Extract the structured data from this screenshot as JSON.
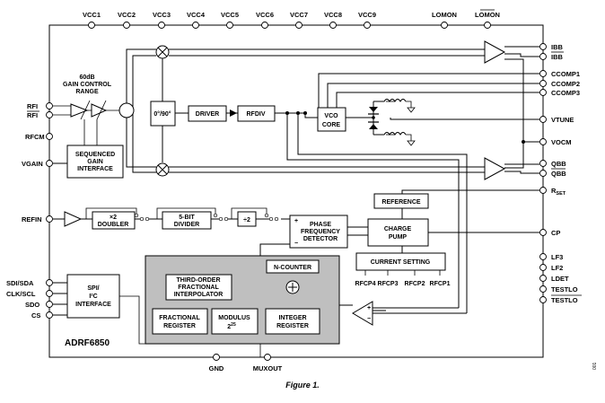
{
  "pins_top": [
    "VCC1",
    "VCC2",
    "VCC3",
    "VCC4",
    "VCC5",
    "VCC6",
    "VCC7",
    "VCC8",
    "VCC9",
    "LOMON",
    "LOMON"
  ],
  "pins_left": [
    "RFI",
    "RFI",
    "RFCM",
    "VGAIN",
    "REFIN",
    "SDI/SDA",
    "CLK/SCL",
    "SDO",
    "CS"
  ],
  "pins_right": {
    "ibb": "IBB",
    "ibb_bar": "IBB",
    "ccomp1": "CCOMP1",
    "ccomp2": "CCOMP2",
    "ccomp3": "CCOMP3",
    "vtune": "VTUNE",
    "vocm": "VOCM",
    "qbb": "QBB",
    "qbb_bar": "QBB",
    "rset_main": "R",
    "rset_sub": "SET",
    "cp": "CP",
    "lf3": "LF3",
    "lf2": "LF2",
    "ldet": "LDET",
    "testlo": "TESTLO",
    "testlo_bar": "TESTLO"
  },
  "pins_bottom": [
    "GND",
    "MUXOUT"
  ],
  "gain_range": [
    "60dB",
    "GAIN CONTROL",
    "RANGE"
  ],
  "blocks": {
    "sequenced_gain": [
      "SEQUENCED",
      "GAIN",
      "INTERFACE"
    ],
    "phase_shift": "0°/90°",
    "driver": "DRIVER",
    "rfdiv": "RFDIV",
    "vco_core": [
      "VCO",
      "CORE"
    ],
    "doubler": [
      "×2",
      "DOUBLER"
    ],
    "divider": [
      "5-BIT",
      "DIVIDER"
    ],
    "div2": "÷2",
    "pfd": [
      "PHASE",
      "FREQUENCY",
      "DETECTOR"
    ],
    "reference": "REFERENCE",
    "charge_pump": [
      "CHARGE",
      "PUMP"
    ],
    "current_setting": "CURRENT SETTING",
    "spi": [
      "SPI/",
      "I²C",
      "INTERFACE"
    ],
    "n_counter": "N-COUNTER",
    "interpolator": [
      "THIRD-ORDER",
      "FRACTIONAL",
      "INTERPOLATOR"
    ],
    "frac_reg": [
      "FRACTIONAL",
      "REGISTER"
    ],
    "modulus": [
      "MODULUS",
      "2",
      "25"
    ],
    "int_reg": [
      "INTEGER",
      "REGISTER"
    ]
  },
  "rfcp_labels": [
    "RFCP4",
    "RFCP3",
    "RFCP2",
    "RFCP1"
  ],
  "part_name": "ADRF6850",
  "figure_caption": "Figure 1.",
  "side_number": "001"
}
